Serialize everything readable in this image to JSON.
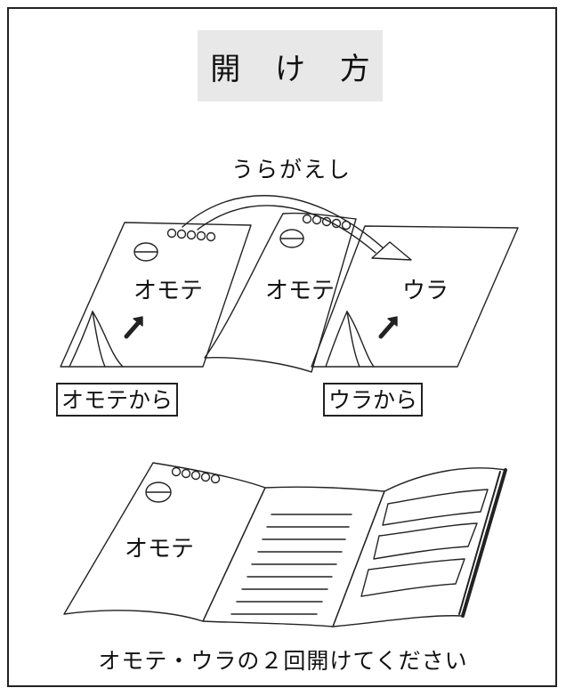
{
  "title": "開 け 方",
  "flip_label": "うらがえし",
  "sheets": {
    "left_front": "オモテ",
    "middle_front": "オモテ",
    "right_back": "ウラ"
  },
  "open_from": {
    "front": "オモテから",
    "back": "ウラから"
  },
  "booklet_front": "オモテ",
  "caption": "オモテ・ウラの２回開けてください"
}
